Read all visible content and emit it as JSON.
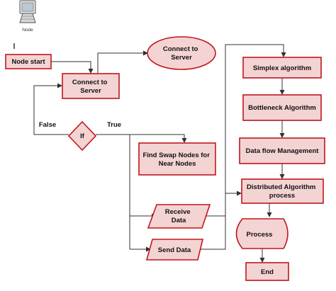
{
  "node_icon": {
    "icon": "computer-icon",
    "label": "Node"
  },
  "nodes": {
    "node_start": "Node start",
    "connect_server_box": "Connect to Server",
    "connect_server_ellipse": "Connect to Server",
    "if_decision": "If",
    "find_swap": "Find Swap Nodes for Near Nodes",
    "receive_data": "Receive Data",
    "send_data": "Send Data",
    "simplex": "Simplex algorithm",
    "bottleneck": "Bottleneck Algorithm",
    "data_flow": "Data flow Management",
    "distributed": "Distributed Algorithm process",
    "process": "Process",
    "end": "End"
  },
  "edge_labels": {
    "false": "False",
    "true": "True"
  },
  "colors": {
    "border": "#c0161d",
    "fill": "#f4d3d3",
    "edge": "#303030"
  }
}
